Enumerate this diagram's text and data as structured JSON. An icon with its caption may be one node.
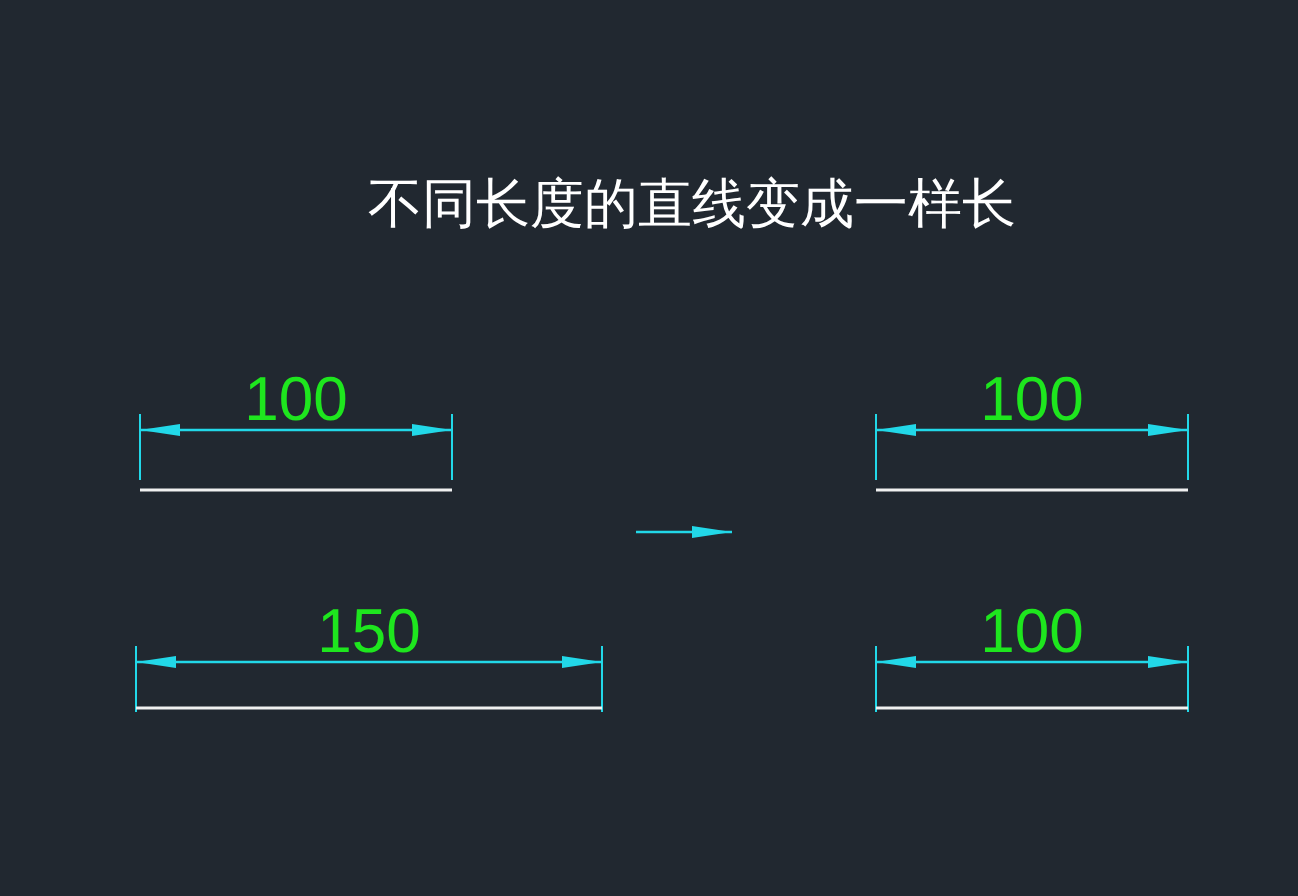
{
  "diagram": {
    "title": "不同长度的直线变成一样长",
    "labels": [
      "100",
      "100",
      "150",
      "100"
    ]
  }
}
